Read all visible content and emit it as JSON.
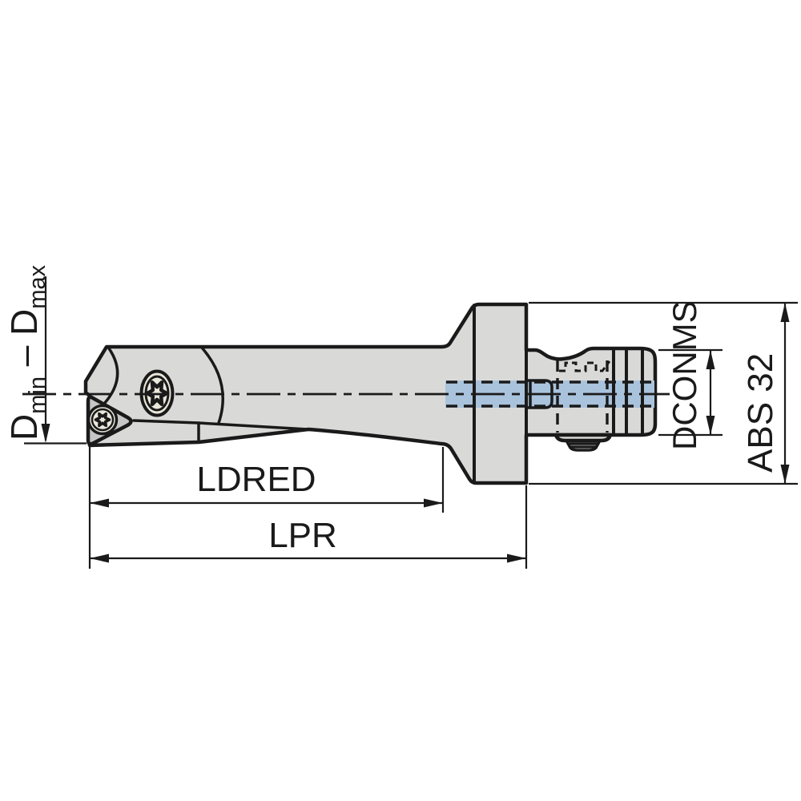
{
  "labels": {
    "diameter_range": {
      "d1": "D",
      "sub1": "min",
      "sep": " – ",
      "d2": "D",
      "sub2": "max"
    },
    "ldred": "LDRED",
    "lpr": "LPR",
    "dconms": "DCONMS",
    "abs": "ABS 32"
  },
  "colors": {
    "body": "#d9dad8",
    "insert": "#c5c6c5",
    "screw": "#eae7db",
    "coolant": "#a9c3dc",
    "line": "#1a1a1a",
    "background": "#ffffff"
  }
}
